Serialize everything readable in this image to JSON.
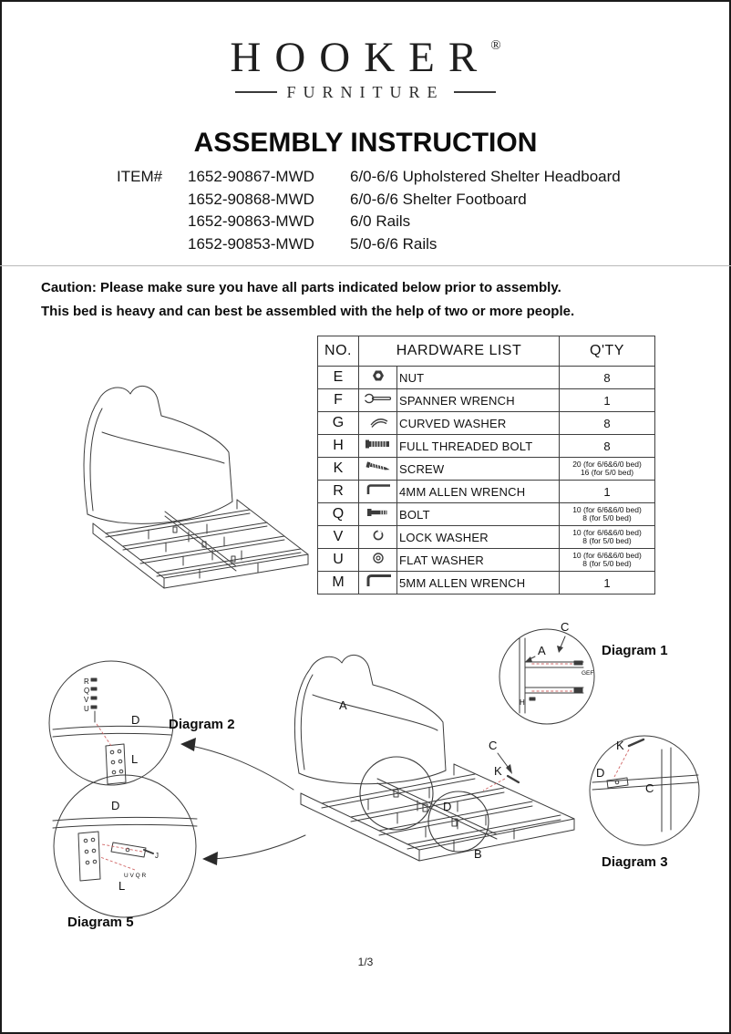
{
  "logo": {
    "brand": "HOOKER",
    "registered": "®",
    "sub": "FURNITURE"
  },
  "title": "ASSEMBLY INSTRUCTION",
  "items": {
    "label": "ITEM#",
    "rows": [
      {
        "sku": "1652-90867-MWD",
        "desc": "6/0-6/6 Upholstered Shelter Headboard"
      },
      {
        "sku": "1652-90868-MWD",
        "desc": "6/0-6/6 Shelter Footboard"
      },
      {
        "sku": "1652-90863-MWD",
        "desc": "6/0 Rails"
      },
      {
        "sku": "1652-90853-MWD",
        "desc": "5/0-6/6 Rails"
      }
    ]
  },
  "caution": {
    "line1": "Caution: Please make sure you have all parts indicated below prior to assembly.",
    "line2": "This bed is heavy and can best be assembled with the help of two or more people."
  },
  "hardware_table": {
    "headers": [
      "NO.",
      "HARDWARE LIST",
      "Q'TY"
    ],
    "rows": [
      {
        "no": "E",
        "icon": "nut",
        "name": "NUT",
        "qty": "8"
      },
      {
        "no": "F",
        "icon": "spanner-wrench",
        "name": "SPANNER WRENCH",
        "qty": "1"
      },
      {
        "no": "G",
        "icon": "curved-washer",
        "name": "CURVED WASHER",
        "qty": "8"
      },
      {
        "no": "H",
        "icon": "full-threaded-bolt",
        "name": "FULL THREADED BOLT",
        "qty": "8"
      },
      {
        "no": "K",
        "icon": "screw",
        "name": "SCREW",
        "qty": "20 (for 6/6&6/0 bed)\n16 (for 5/0 bed)"
      },
      {
        "no": "R",
        "icon": "allen-wrench-4mm",
        "name": "4MM ALLEN WRENCH",
        "qty": "1"
      },
      {
        "no": "Q",
        "icon": "bolt",
        "name": "BOLT",
        "qty": "10 (for 6/6&6/0 bed)\n8 (for 5/0 bed)"
      },
      {
        "no": "V",
        "icon": "lock-washer",
        "name": "LOCK WASHER",
        "qty": "10 (for 6/6&6/0 bed)\n8 (for 5/0 bed)"
      },
      {
        "no": "U",
        "icon": "flat-washer",
        "name": "FLAT WASHER",
        "qty": "10 (for 6/6&6/0 bed)\n8 (for 5/0 bed)"
      },
      {
        "no": "M",
        "icon": "allen-wrench-5mm",
        "name": "5MM ALLEN WRENCH",
        "qty": "1"
      }
    ]
  },
  "diagrams": {
    "titles": {
      "d1": "Diagram 1",
      "d2": "Diagram 2",
      "d3": "Diagram 3",
      "d5": "Diagram 5"
    },
    "labels": {
      "a": "A",
      "b": "B",
      "c": "C",
      "d": "D",
      "k": "K",
      "l": "L",
      "h": "H",
      "j": "J",
      "r": "R",
      "q": "Q",
      "v": "V",
      "u": "U",
      "gef": "GEF",
      "uvqr": "U V Q R"
    }
  },
  "page": {
    "footer_page": "1/3"
  },
  "colors": {
    "line": "#3c3c3c",
    "leader_red": "#d06666",
    "text": "#111111"
  }
}
